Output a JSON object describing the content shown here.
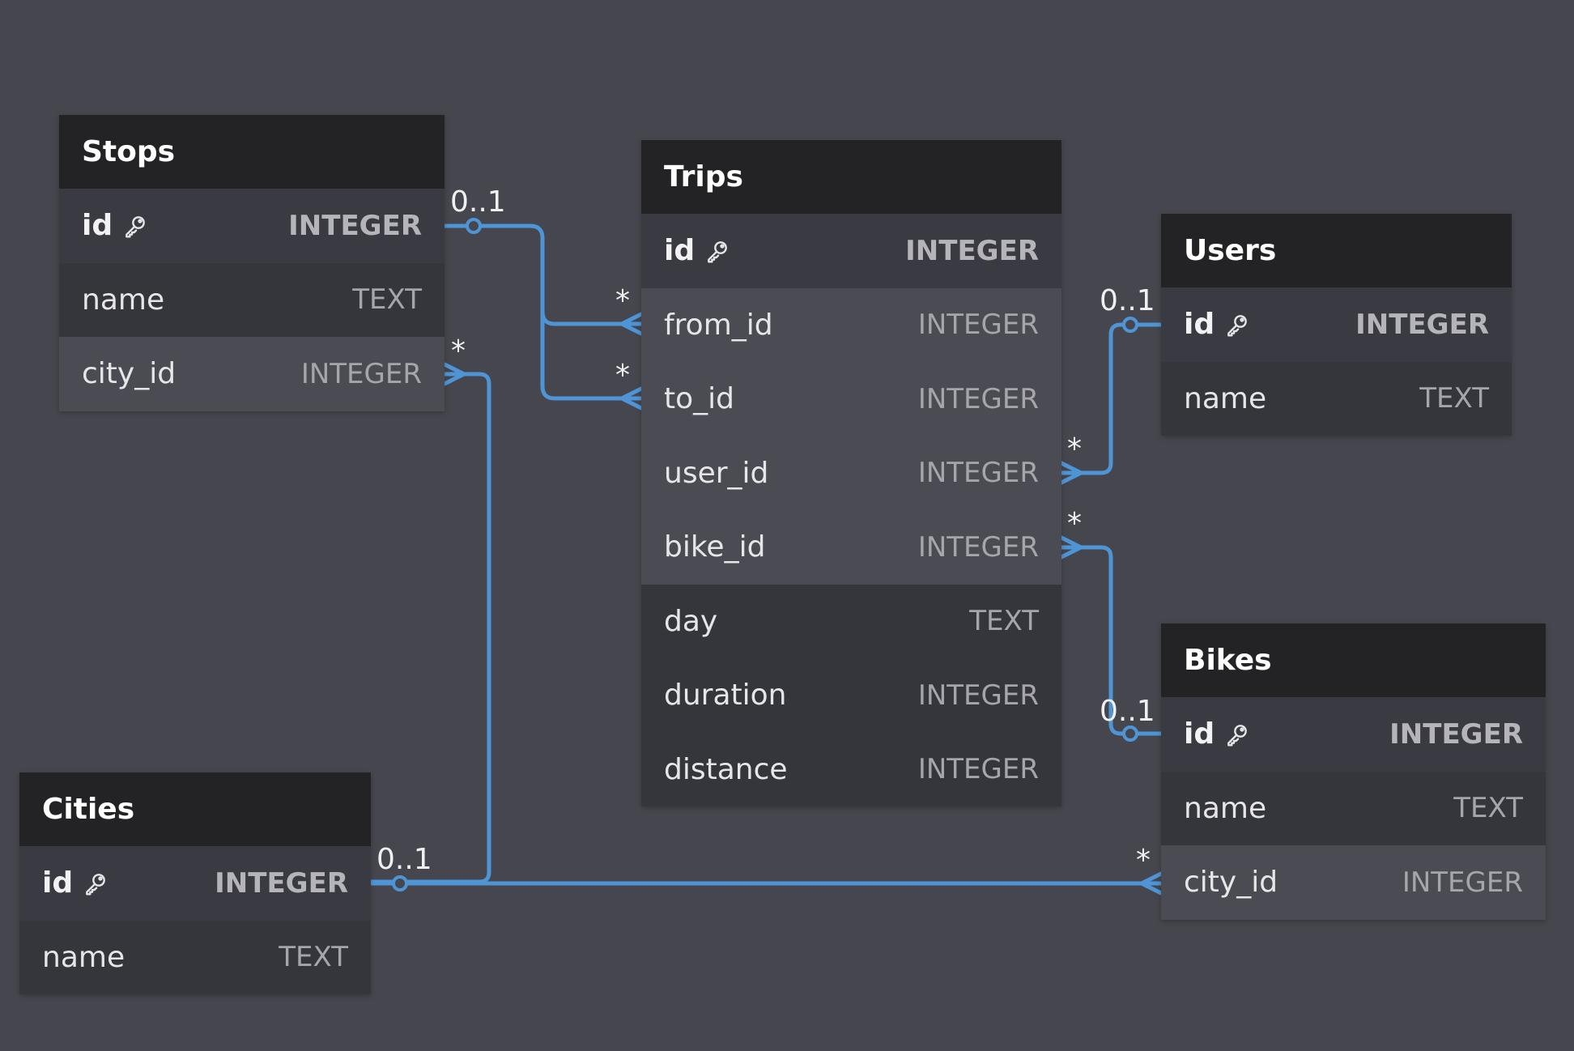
{
  "colors": {
    "background": "#46474e",
    "header": "#232325",
    "link": "#4f95d6"
  },
  "tables": {
    "stops": {
      "title": "Stops",
      "columns": [
        {
          "name": "id",
          "type": "INTEGER",
          "pk": true
        },
        {
          "name": "name",
          "type": "TEXT"
        },
        {
          "name": "city_id",
          "type": "INTEGER"
        }
      ]
    },
    "trips": {
      "title": "Trips",
      "columns": [
        {
          "name": "id",
          "type": "INTEGER",
          "pk": true
        },
        {
          "name": "from_id",
          "type": "INTEGER"
        },
        {
          "name": "to_id",
          "type": "INTEGER"
        },
        {
          "name": "user_id",
          "type": "INTEGER"
        },
        {
          "name": "bike_id",
          "type": "INTEGER"
        },
        {
          "name": "day",
          "type": "TEXT"
        },
        {
          "name": "duration",
          "type": "INTEGER"
        },
        {
          "name": "distance",
          "type": "INTEGER"
        }
      ]
    },
    "users": {
      "title": "Users",
      "columns": [
        {
          "name": "id",
          "type": "INTEGER",
          "pk": true
        },
        {
          "name": "name",
          "type": "TEXT"
        }
      ]
    },
    "bikes": {
      "title": "Bikes",
      "columns": [
        {
          "name": "id",
          "type": "INTEGER",
          "pk": true
        },
        {
          "name": "name",
          "type": "TEXT"
        },
        {
          "name": "city_id",
          "type": "INTEGER"
        }
      ]
    },
    "cities": {
      "title": "Cities",
      "columns": [
        {
          "name": "id",
          "type": "INTEGER",
          "pk": true
        },
        {
          "name": "name",
          "type": "TEXT"
        }
      ]
    }
  },
  "relations": [
    {
      "from": "trips.from_id",
      "to": "stops.id",
      "from_card": "*",
      "to_card": "0..1"
    },
    {
      "from": "trips.to_id",
      "to": "stops.id",
      "from_card": "*",
      "to_card": "0..1"
    },
    {
      "from": "trips.user_id",
      "to": "users.id",
      "from_card": "*",
      "to_card": "0..1"
    },
    {
      "from": "trips.bike_id",
      "to": "bikes.id",
      "from_card": "*",
      "to_card": "0..1"
    },
    {
      "from": "stops.city_id",
      "to": "cities.id",
      "from_card": "*",
      "to_card": "0..1"
    },
    {
      "from": "bikes.city_id",
      "to": "cities.id",
      "from_card": "*",
      "to_card": "0..1"
    }
  ],
  "cardinality": {
    "many": "*",
    "zero_or_one": "0..1"
  }
}
